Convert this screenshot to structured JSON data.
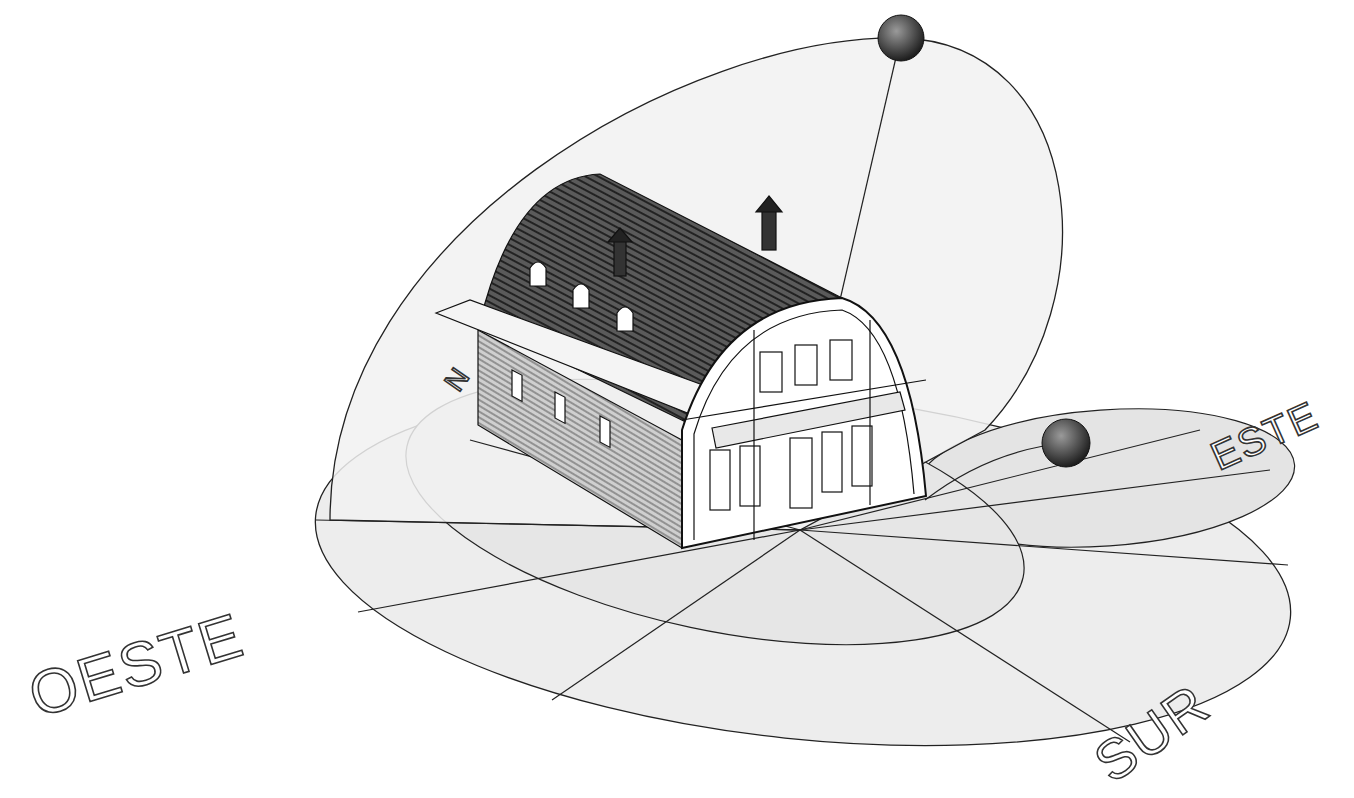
{
  "diagram": {
    "labels": [
      "OESTE",
      "SUR",
      "ESTE",
      "N"
    ]
  }
}
